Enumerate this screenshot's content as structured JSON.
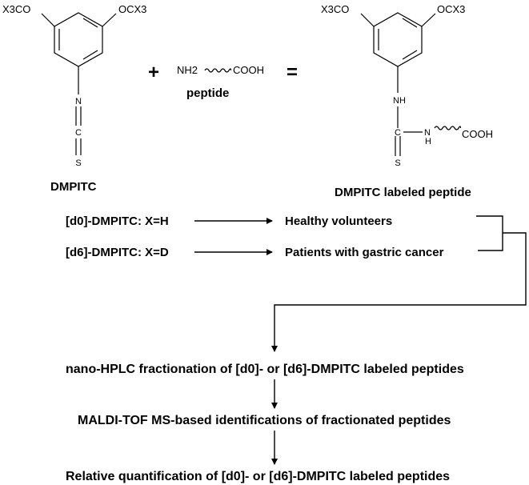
{
  "reagent": {
    "substituent_left": "X3CO",
    "substituent_right": "OCX3",
    "atom_n": "N",
    "atom_c": "C",
    "atom_s": "S",
    "name": "DMPITC"
  },
  "operator_plus": "+",
  "operator_equals": "=",
  "peptide": {
    "n_terminus": "NH2",
    "c_terminus": "COOH",
    "label": "peptide"
  },
  "product": {
    "substituent_left": "X3CO",
    "substituent_right": "OCX3",
    "atom_nh_top": "NH",
    "atom_c": "C",
    "atom_n": "N",
    "atom_h": "H",
    "atom_s": "S",
    "c_terminus": "COOH",
    "name": "DMPITC labeled peptide"
  },
  "labeling": [
    {
      "reagent": "[d0]-DMPITC: X=H",
      "group": "Healthy volunteers"
    },
    {
      "reagent": "[d6]-DMPITC: X=D",
      "group": "Patients with gastric cancer"
    }
  ],
  "workflow": [
    "nano-HPLC fractionation of [d0]- or [d6]-DMPITC labeled peptides",
    "MALDI-TOF MS-based identifications of fractionated peptides",
    "Relative quantification of [d0]- or [d6]-DMPITC labeled peptides"
  ]
}
